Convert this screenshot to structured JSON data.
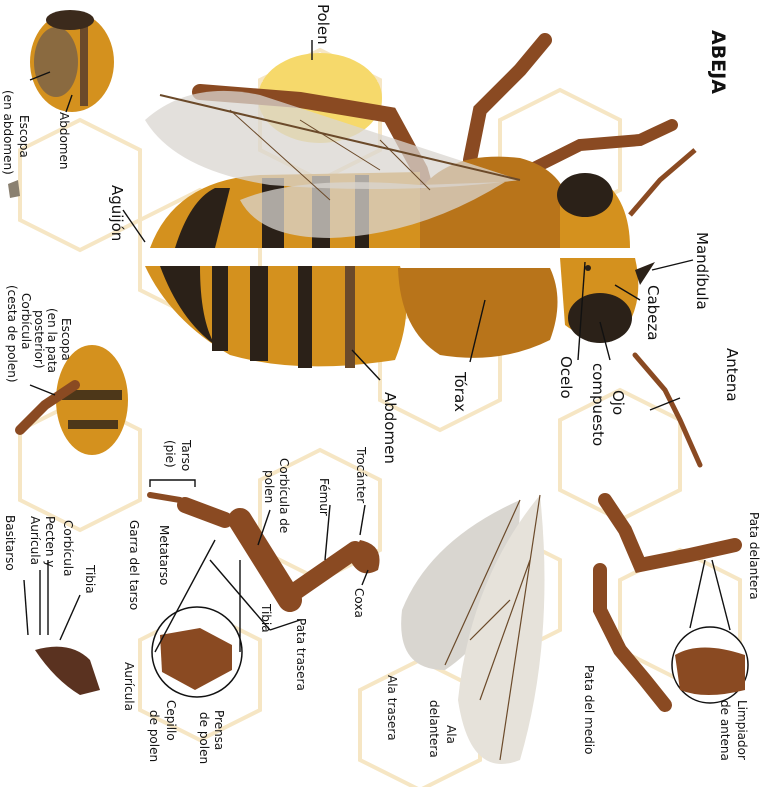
{
  "title": "ABEJA",
  "labels": {
    "polen": "Polen",
    "aguijon": "Aguijón",
    "mandibula": "Mandíbula",
    "cabeza": "Cabeza",
    "antena": "Antena",
    "ocelo": "Ocelo",
    "ojo": "Ojo",
    "compuesto": "compuesto",
    "torax": "Tórax",
    "abdomen_main": "Abdomen",
    "escopa_abd_1": "Escopa",
    "escopa_abd_2": "(en abdomen)",
    "abdomen_small": "Abdomen",
    "escopa_pata_1": "Escopa",
    "escopa_pata_2": "(en la pata",
    "escopa_pata_3": "posterior)",
    "corbicula_1": "Corbícula",
    "corbicula_2": "(cesta de polen)",
    "tarso_1": "Tarso",
    "tarso_2": "(pie)",
    "trocanter": "Trocánter",
    "corb_de_polen_1": "Corbícula de",
    "corb_de_polen_2": "polen",
    "femur": "Fémur",
    "coxa": "Coxa",
    "metatarso": "Metatarso",
    "garra": "Garra del tarso",
    "tibia_main": "Tibia",
    "pata_trasera": "Pata trasera",
    "auricula_main": "Aurícula",
    "cepillo_1": "Cepillo",
    "cepillo_2": "de polen",
    "prensa_1": "Prensa",
    "prensa_2": "de polen",
    "basitarso": "Basitarso",
    "auricula_small": "Aurícula",
    "pecten_y": "Pecten y",
    "corbicula_small": "Corbícula",
    "tibia_small": "Tibia",
    "ala_trasera": "Ala trasera",
    "ala_delantera_1": "Ala",
    "ala_delantera_2": "delantera",
    "pata_delantera": "Pata delantera",
    "pata_del_medio": "Pata del medio",
    "limpiador_1": "Limpiador",
    "limpiador_2": "de antena"
  },
  "colors": {
    "amber": "#d4911e",
    "dark_amber": "#b8741a",
    "stripe": "#2b2118",
    "leg_brown": "#8a4a22",
    "pollen": "#f6d96b",
    "wing": "#d9d6d0",
    "hex_grid": "#f6e6c4"
  }
}
